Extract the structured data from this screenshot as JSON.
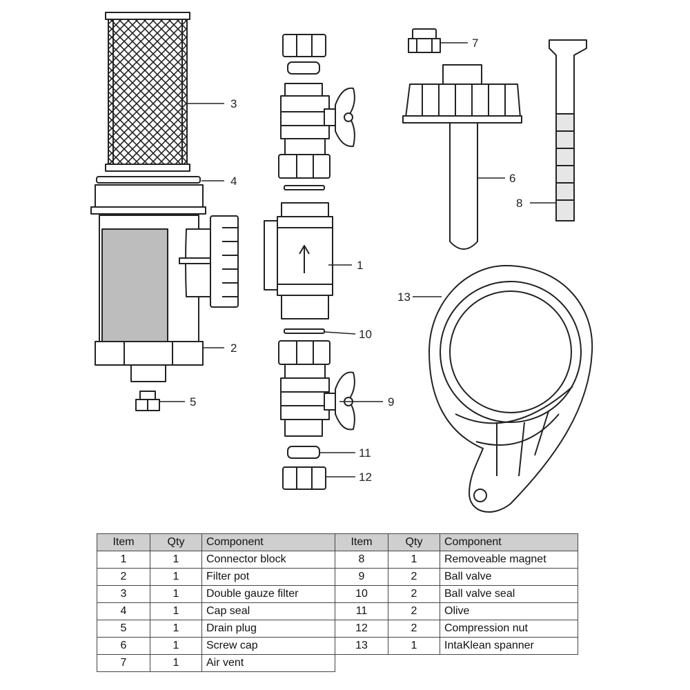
{
  "callouts": {
    "n1": "1",
    "n2": "2",
    "n3": "3",
    "n4": "4",
    "n5": "5",
    "n6": "6",
    "n7": "7",
    "n8": "8",
    "n9": "9",
    "n10": "10",
    "n11": "11",
    "n12": "12",
    "n13": "13"
  },
  "table": {
    "headers": {
      "item": "Item",
      "qty": "Qty",
      "component": "Component"
    },
    "rows": [
      {
        "left": {
          "item": "1",
          "qty": "1",
          "component": "Connector block"
        },
        "right": {
          "item": "8",
          "qty": "1",
          "component": "Removeable magnet"
        }
      },
      {
        "left": {
          "item": "2",
          "qty": "1",
          "component": "Filter pot"
        },
        "right": {
          "item": "9",
          "qty": "2",
          "component": "Ball valve"
        }
      },
      {
        "left": {
          "item": "3",
          "qty": "1",
          "component": "Double gauze filter"
        },
        "right": {
          "item": "10",
          "qty": "2",
          "component": "Ball valve seal"
        }
      },
      {
        "left": {
          "item": "4",
          "qty": "1",
          "component": "Cap seal"
        },
        "right": {
          "item": "11",
          "qty": "2",
          "component": "Olive"
        }
      },
      {
        "left": {
          "item": "5",
          "qty": "1",
          "component": "Drain plug"
        },
        "right": {
          "item": "12",
          "qty": "2",
          "component": "Compression nut"
        }
      },
      {
        "left": {
          "item": "6",
          "qty": "1",
          "component": "Screw cap"
        },
        "right": {
          "item": "13",
          "qty": "1",
          "component": "IntaKlean spanner"
        }
      },
      {
        "left": {
          "item": "7",
          "qty": "1",
          "component": "Air vent"
        }
      }
    ]
  }
}
